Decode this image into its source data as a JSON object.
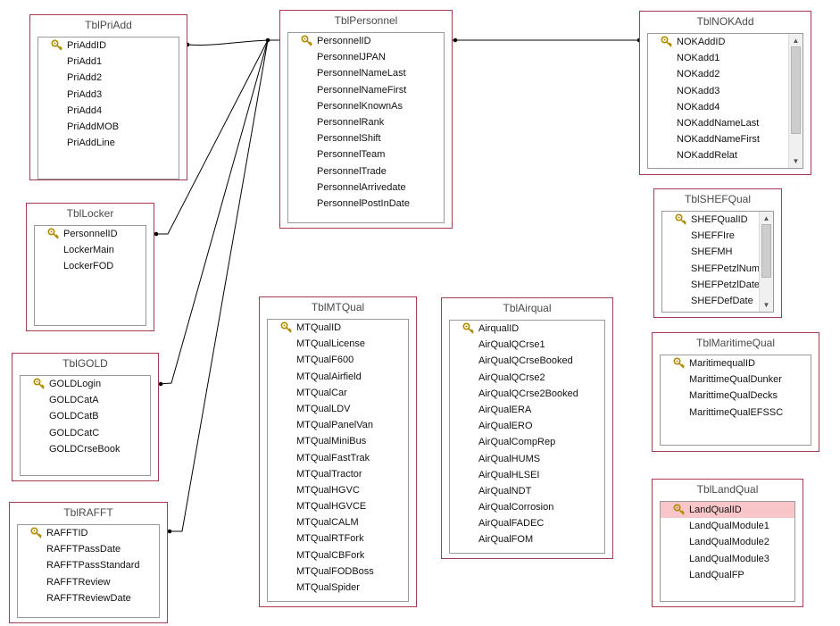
{
  "tables": {
    "pri_add": {
      "title": "TblPriAdd",
      "fields": [
        "PriAddID",
        "PriAdd1",
        "PriAdd2",
        "PriAdd3",
        "PriAdd4",
        "PriAddMOB",
        "PriAddLine"
      ]
    },
    "personnel": {
      "title": "TblPersonnel",
      "fields": [
        "PersonnelID",
        "PersonnelJPAN",
        "PersonnelNameLast",
        "PersonnelNameFirst",
        "PersonnelKnownAs",
        "PersonnelRank",
        "PersonnelShift",
        "PersonnelTeam",
        "PersonnelTrade",
        "PersonnelArrivedate",
        "PersonnelPostInDate"
      ]
    },
    "nok_add": {
      "title": "TblNOKAdd",
      "fields": [
        "NOKAddID",
        "NOKadd1",
        "NOKadd2",
        "NOKadd3",
        "NOKadd4",
        "NOKaddNameLast",
        "NOKaddNameFirst",
        "NOKaddRelat"
      ]
    },
    "locker": {
      "title": "TblLocker",
      "fields": [
        "PersonnelID",
        "LockerMain",
        "LockerFOD"
      ]
    },
    "shef_qual": {
      "title": "TblSHEFQual",
      "fields": [
        "SHEFQualID",
        "SHEFFIre",
        "SHEFMH",
        "SHEFPetzlNumb",
        "SHEFPetzlDate",
        "SHEFDefDate"
      ]
    },
    "maritime_qual": {
      "title": "TblMaritimeQual",
      "fields": [
        "MaritimequalID",
        "MarittimeQualDunker",
        "MarittimeQualDecks",
        "MarittimeQualEFSSC"
      ]
    },
    "gold": {
      "title": "TblGOLD",
      "fields": [
        "GOLDLogin",
        "GOLDCatA",
        "GOLDCatB",
        "GOLDCatC",
        "GOLDCrseBook"
      ]
    },
    "mt_qual": {
      "title": "TblMTQual",
      "fields": [
        "MTQualID",
        "MTQualLicense",
        "MTQualF600",
        "MTQualAirfield",
        "MTQualCar",
        "MTQualLDV",
        "MTQualPanelVan",
        "MTQualMiniBus",
        "MTQualFastTrak",
        "MTQualTractor",
        "MTQualHGVC",
        "MTQualHGVCE",
        "MTQualCALM",
        "MTQualRTFork",
        "MTQualCBFork",
        "MTQualFODBoss",
        "MTQualSpider"
      ]
    },
    "air_qual": {
      "title": "TblAirqual",
      "fields": [
        "AirqualID",
        "AirQualQCrse1",
        "AirQualQCrseBooked",
        "AirQualQCrse2",
        "AirQualQCrse2Booked",
        "AirQualERA",
        "AirQualERO",
        "AirQualCompRep",
        "AirQualHUMS",
        "AirQualHLSEI",
        "AirQualNDT",
        "AirQualCorrosion",
        "AirQualFADEC",
        "AirQualFOM"
      ]
    },
    "land_qual": {
      "title": "TblLandQual",
      "fields": [
        "LandQualID",
        "LandQualModule1",
        "LandQualModule2",
        "LandQualModule3",
        "LandQualFP"
      ]
    },
    "rafft": {
      "title": "TblRAFFT",
      "fields": [
        "RAFFTID",
        "RAFFTPassDate",
        "RAFFTPassStandard",
        "RAFFTReview",
        "RAFFTReviewDate"
      ]
    }
  },
  "relationships": [
    {
      "from": "personnel",
      "to": "pri_add"
    },
    {
      "from": "personnel",
      "to": "nok_add"
    },
    {
      "from": "personnel",
      "to": "locker"
    },
    {
      "from": "personnel",
      "to": "gold"
    },
    {
      "from": "personnel",
      "to": "rafft"
    }
  ],
  "icons": {
    "primary_key": "key-icon",
    "scroll_up": "scroll-up-arrow-icon",
    "scroll_down": "scroll-down-arrow-icon"
  },
  "colors": {
    "table_border": "#a53b4c",
    "selected_row": "#f8c6c8",
    "line": "#000000"
  }
}
